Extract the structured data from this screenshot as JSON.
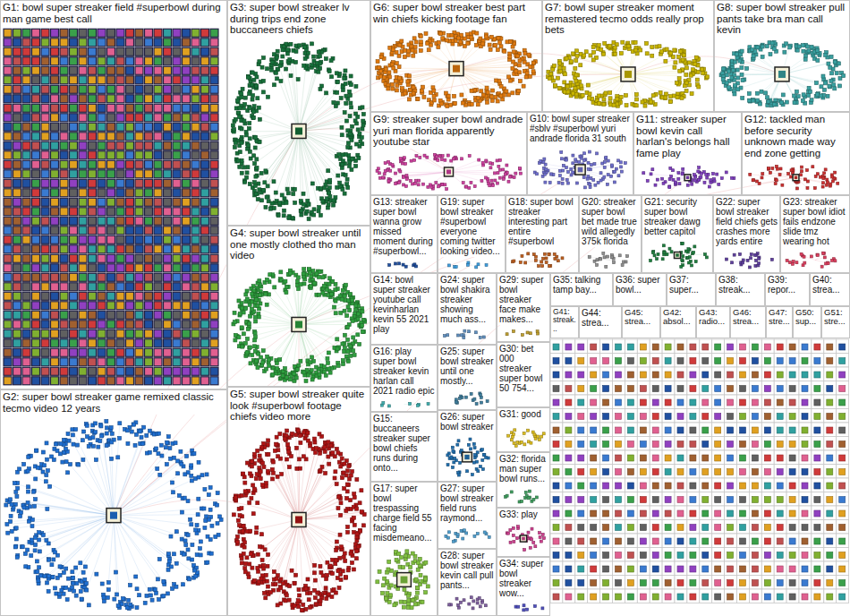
{
  "diagram": {
    "nodes": [
      {
        "text": [
          "G1: bowl super streaker field #superbowl during man game best call"
        ]
      },
      {
        "text": [
          "G2: super bowl streaker game remixed classic tecmo video 12 years"
        ]
      },
      {
        "text": [
          "G3: super bowl streaker lv during trips end zone buccaneers chiefs"
        ]
      },
      {
        "text": [
          "G4: super bowl streaker until one mostly clothed tho man video"
        ]
      },
      {
        "text": [
          "G5: super bowl streaker quite look #superbowl footage chiefs video more"
        ]
      },
      {
        "text": [
          "G6: super bowl streaker best part win chiefs kicking footage fan"
        ]
      },
      {
        "text": [
          "G7: bowl super streaker moment remastered tecmo odds really prop bets"
        ]
      },
      {
        "text": [
          "G8: super bowl streaker pull pants take bra man call kevin"
        ]
      },
      {
        "text": [
          "G9: streaker super bowl andrade yuri man florida apparently youtube star"
        ]
      },
      {
        "text": [
          "G10: bowl super streaker #sblv #superbowl yuri andrade florida 31 south"
        ]
      },
      {
        "text": [
          "G11: streaker super bowl kevin call harlan's belongs hall fame play"
        ]
      },
      {
        "text": [
          "G12: tackled man before security unknown made way end zone getting"
        ]
      },
      {
        "text": [
          "G13: streaker super bowl wanna grow missed moment during #superbowl..."
        ]
      },
      {
        "text": [
          "G19: super bowl streaker #superbowl everyone coming twitter looking video..."
        ]
      },
      {
        "text": [
          "G18: super bowl streaker interesting part entire #superbowl"
        ]
      },
      {
        "text": [
          "G20: streaker super bowl bet made true wild allegedly 375k florida"
        ]
      },
      {
        "text": [
          "G21: security super bowl streaker dawg better capitol"
        ]
      },
      {
        "text": [
          "G22: super bowl streaker field chiefs gets crashes more yards entire"
        ]
      },
      {
        "text": [
          "G23: streaker super bowl idiot fails endzone slide tmz wearing hot"
        ]
      },
      {
        "text": [
          "G14: bowl super streaker youtube call kevinharlan kevin 55 2021 play"
        ]
      },
      {
        "text": [
          "G16: play super bowl streaker kevin harlan call 2021 radio epic"
        ]
      },
      {
        "text": [
          "G15: buccaneers streaker super bowl chiefs runs during onto..."
        ]
      },
      {
        "text": [
          "G17: super bowl trespassing charge field 55 facing misdemeano..."
        ]
      },
      {
        "text": [
          "G24: super bowl shakira streaker showing much ass..."
        ]
      },
      {
        "text": [
          "G25: super bowl streaker until one mostly..."
        ]
      },
      {
        "text": [
          "G26: super bowl streaker"
        ]
      },
      {
        "text": [
          "G27: super bowl streaker field runs raymond..."
        ]
      },
      {
        "text": [
          "G28: super bowl streaker kevin call pull pants..."
        ]
      },
      {
        "text": [
          "G29: super bowl streaker face make makes..."
        ]
      },
      {
        "text": [
          "G30: bet 000 streaker super bowl 50 754..."
        ]
      },
      {
        "text": [
          "G31: good"
        ]
      },
      {
        "text": [
          "G32: florida man super bowl runs..."
        ]
      },
      {
        "text": [
          "G33: play"
        ]
      },
      {
        "text": [
          "G34: super bowl streaker wow..."
        ]
      },
      {
        "text": [
          "G35: talking tamp bay..."
        ]
      },
      {
        "text": [
          "G36: super bowl..."
        ]
      },
      {
        "text": [
          "G37: super..."
        ]
      },
      {
        "text": [
          "G38: streak..."
        ]
      },
      {
        "text": [
          "G39: repor..."
        ]
      },
      {
        "text": [
          "G40: strea..."
        ]
      },
      {
        "text": [
          "G41: streak..."
        ]
      },
      {
        "text": [
          "G44: strea..."
        ]
      },
      {
        "text": [
          "G45: strea..."
        ]
      },
      {
        "text": [
          "G42: absol..."
        ]
      },
      {
        "text": [
          "G43: radio..."
        ]
      },
      {
        "text": [
          "G46: strea..."
        ]
      },
      {
        "text": [
          "G47: stre..."
        ]
      },
      {
        "text": [
          "G50: sup..."
        ]
      },
      {
        "text": [
          "G51: stre..."
        ]
      }
    ]
  }
}
